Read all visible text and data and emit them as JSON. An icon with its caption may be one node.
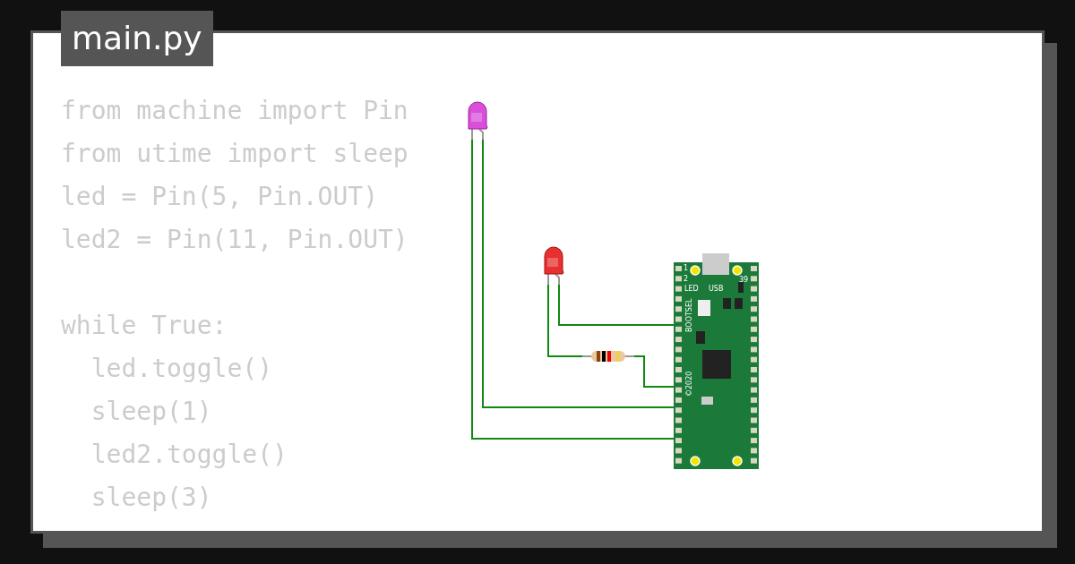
{
  "diagram": {
    "title": "main.py",
    "nodes": [
      {
        "text": [],
        "shape": "picture"
      },
      {
        "text": [],
        "shape": "picture"
      },
      {
        "text": [],
        "shape": "picture"
      },
      {
        "text": [
          "1",
          "2",
          "39",
          "LED",
          "USB",
          "BOOTSEL",
          "©2020"
        ]
      }
    ],
    "edges": [
      {
        "from": 0,
        "to": 3,
        "arrow": "none"
      },
      {
        "from": 0,
        "to": 3,
        "arrow": "none"
      },
      {
        "from": 1,
        "to": 3,
        "arrow": "none"
      },
      {
        "from": 1,
        "to": 2,
        "arrow": "none"
      },
      {
        "from": 2,
        "to": 3,
        "arrow": "none"
      }
    ],
    "labels": [
      "from machine import Pin",
      "from utime import sleep",
      "led = Pin(5, Pin.OUT)",
      "led2 = Pin(11, Pin.OUT)",
      "while True:",
      "  led.toggle()",
      "  sleep(1)",
      "  led2.toggle()",
      "  sleep(3)"
    ]
  }
}
